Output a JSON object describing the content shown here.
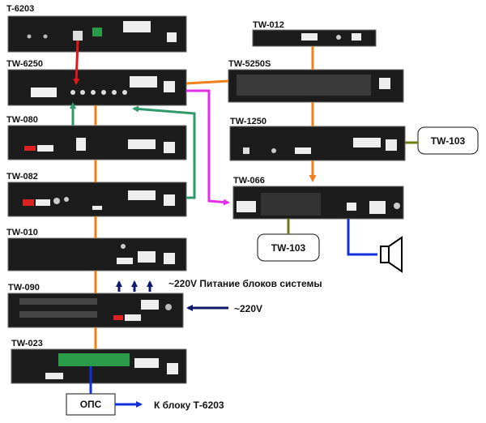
{
  "devices": {
    "t6203": "T-6203",
    "tw6250": "TW-6250",
    "tw080": "TW-080",
    "tw082": "TW-082",
    "tw010": "TW-010",
    "tw090": "TW-090",
    "tw023": "TW-023",
    "tw012": "TW-012",
    "tw5250s": "TW-5250S",
    "tw1250": "TW-1250",
    "tw066": "TW-066"
  },
  "callouts": {
    "tw103_right": "TW-103",
    "tw103_bottom": "TW-103",
    "ops": "ОПС"
  },
  "annotations": {
    "power_system": "~220V Питание блоков системы",
    "power_in": "~220V",
    "to_t6203": "К блоку Т-6203"
  },
  "colors": {
    "device_body": "#1c1c1c",
    "orange": "#f07f1e",
    "red": "#e01818",
    "green": "#2e9a6a",
    "magenta": "#e22ee6",
    "navy": "#0f1a6e",
    "blue": "#1230d8",
    "olive": "#707a14"
  },
  "icons": [
    "speaker-icon",
    "up-arrow-icon",
    "left-arrow-icon",
    "right-arrow-icon"
  ]
}
